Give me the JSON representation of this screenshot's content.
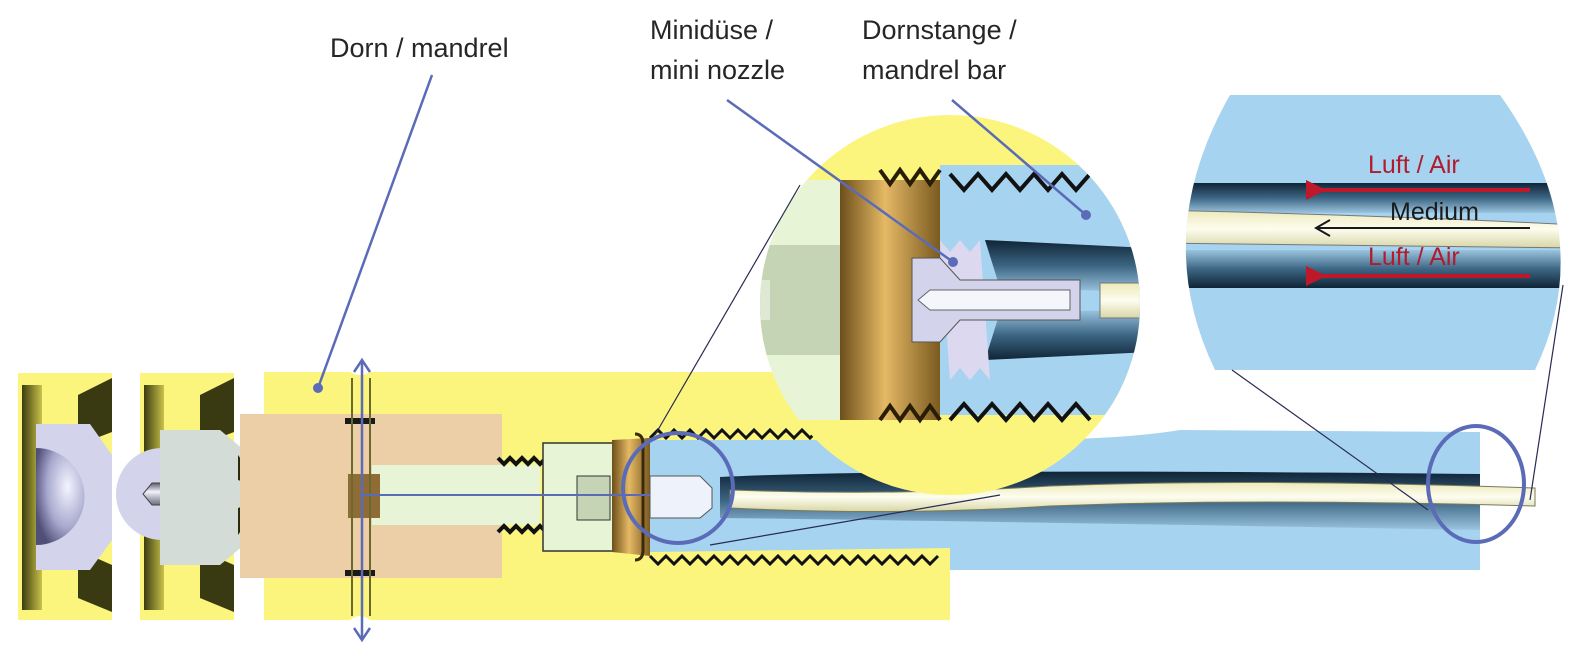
{
  "labels": {
    "mandrel": "Dorn / mandrel",
    "mini_nozzle_line1": "Minidüse /",
    "mini_nozzle_line2": "mini nozzle",
    "mandrel_bar_line1": "Dornstange /",
    "mandrel_bar_line2": "mandrel bar"
  },
  "flow_detail": {
    "air_top": "Luft / Air",
    "medium": "Medium",
    "air_bottom": "Luft / Air"
  },
  "colors": {
    "body_yellow": "#fbf57e",
    "tube_blue": "#a6d3ef",
    "channel_dark": "#1d3a52",
    "insert_tan": "#eccfa6",
    "insert_green": "#e7f4d6",
    "brass": "#b88a3a",
    "lilac": "#d3d3ec",
    "grey_part": "#d4dcd8",
    "medium_cream": "#f7f7dc",
    "callout_blue": "#5b6bb8",
    "air_red": "#c0182b"
  }
}
